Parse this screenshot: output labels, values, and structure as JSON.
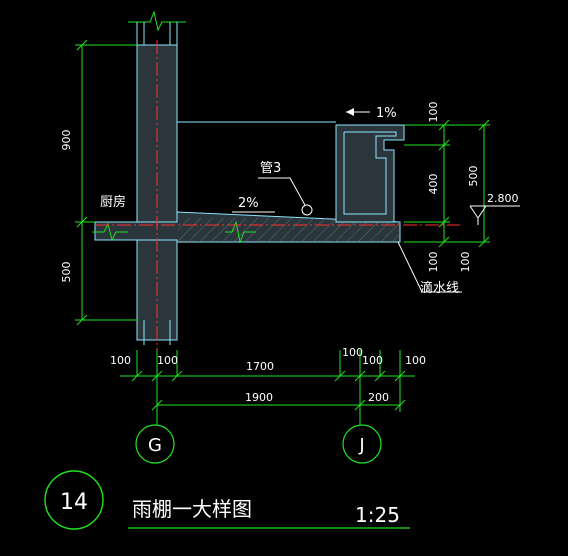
{
  "drawing": {
    "rooms": {
      "kitchen": "厨房"
    },
    "pipe_label": "管3",
    "drip_label": "滴水线",
    "slopes": {
      "roof": "2%",
      "top": "1%"
    },
    "elevation": "2.800",
    "vertical_dims": {
      "upper": "900",
      "lower": "500"
    },
    "right_dims": {
      "d1": "100",
      "d2": "400",
      "d3": "500",
      "d4": "100",
      "d5": "100"
    },
    "bottom_dims_row1": {
      "a": "100",
      "b": "100",
      "c": "1700",
      "d": "100",
      "e": "100",
      "f": "100"
    },
    "bottom_dims_row2": {
      "total": "1900",
      "overhang": "200"
    },
    "axes": {
      "left": "G",
      "right": "J"
    },
    "detail_number": "14",
    "title": "雨棚一大样图",
    "scale": "1:25"
  },
  "colors": {
    "background": "#000000",
    "wall": "#27323a",
    "outline": "#8fe6ff",
    "dimension": "#1fe31f",
    "axis_red": "#ff3030",
    "text": "#ffffff",
    "hatch": "#9aa8b0"
  }
}
